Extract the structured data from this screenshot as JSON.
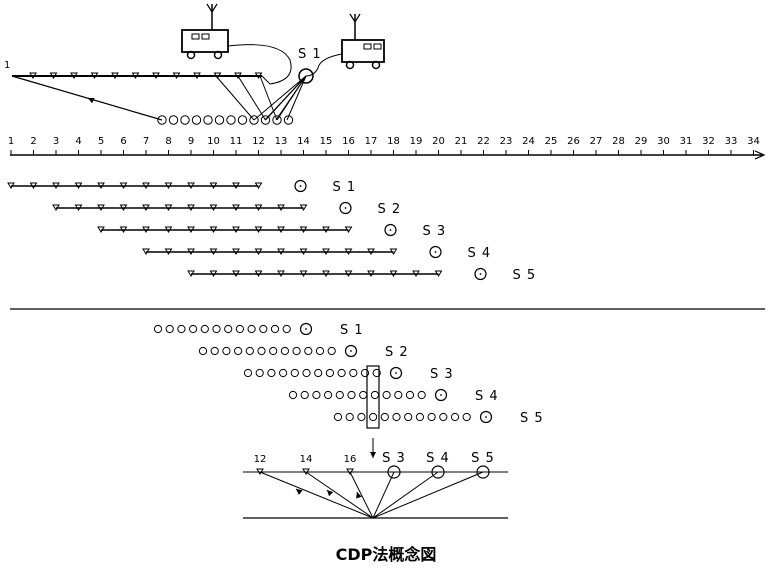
{
  "title": "CDP法概念図",
  "start_label": "1",
  "scale_numbers": [
    "1",
    "2",
    "3",
    "4",
    "5",
    "6",
    "7",
    "8",
    "9",
    "10",
    "11",
    "12",
    "13",
    "14",
    "15",
    "16",
    "17",
    "18",
    "19",
    "20",
    "21",
    "22",
    "23",
    "24",
    "25",
    "26",
    "27",
    "28",
    "29",
    "30",
    "31",
    "32",
    "33",
    "34"
  ],
  "shots": [
    {
      "label": "S 1",
      "start": 1,
      "end": 12,
      "src": 14
    },
    {
      "label": "S 2",
      "start": 3,
      "end": 14,
      "src": 16
    },
    {
      "label": "S 3",
      "start": 5,
      "end": 16,
      "src": 18
    },
    {
      "label": "S 4",
      "start": 7,
      "end": 18,
      "src": 20
    },
    {
      "label": "S 5",
      "start": 9,
      "end": 20,
      "src": 22
    }
  ],
  "top_source_label": "S 1",
  "bottom_labels": {
    "receivers": [
      "12",
      "14",
      "16"
    ],
    "sources": [
      "S 3",
      "S 4",
      "S 5"
    ]
  }
}
